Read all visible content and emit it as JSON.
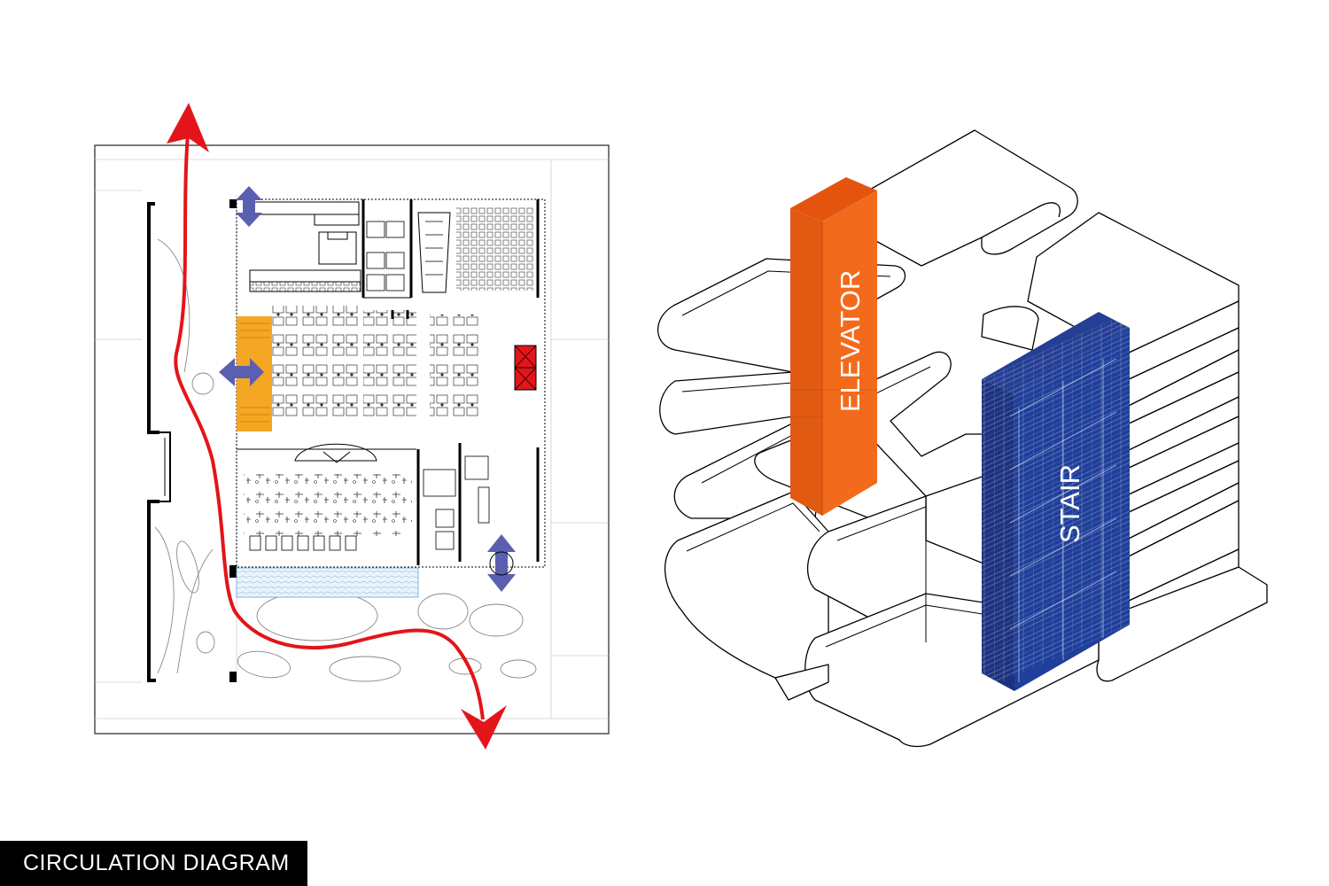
{
  "caption": "CIRCULATION DIAGRAM",
  "labels": {
    "elevator": "ELEVATOR",
    "stair": "STAIR"
  },
  "colors": {
    "elevator": "#f26a1b",
    "stair": "#1f3f9a",
    "elevator_landing": "#f5a623",
    "path": "#e3151a",
    "arrow": "#5b5fb0",
    "exit_marker": "#e3151a"
  },
  "icons": [
    "circulation-path-arrow",
    "vertical-circulation-arrow",
    "horizontal-circulation-arrow"
  ]
}
